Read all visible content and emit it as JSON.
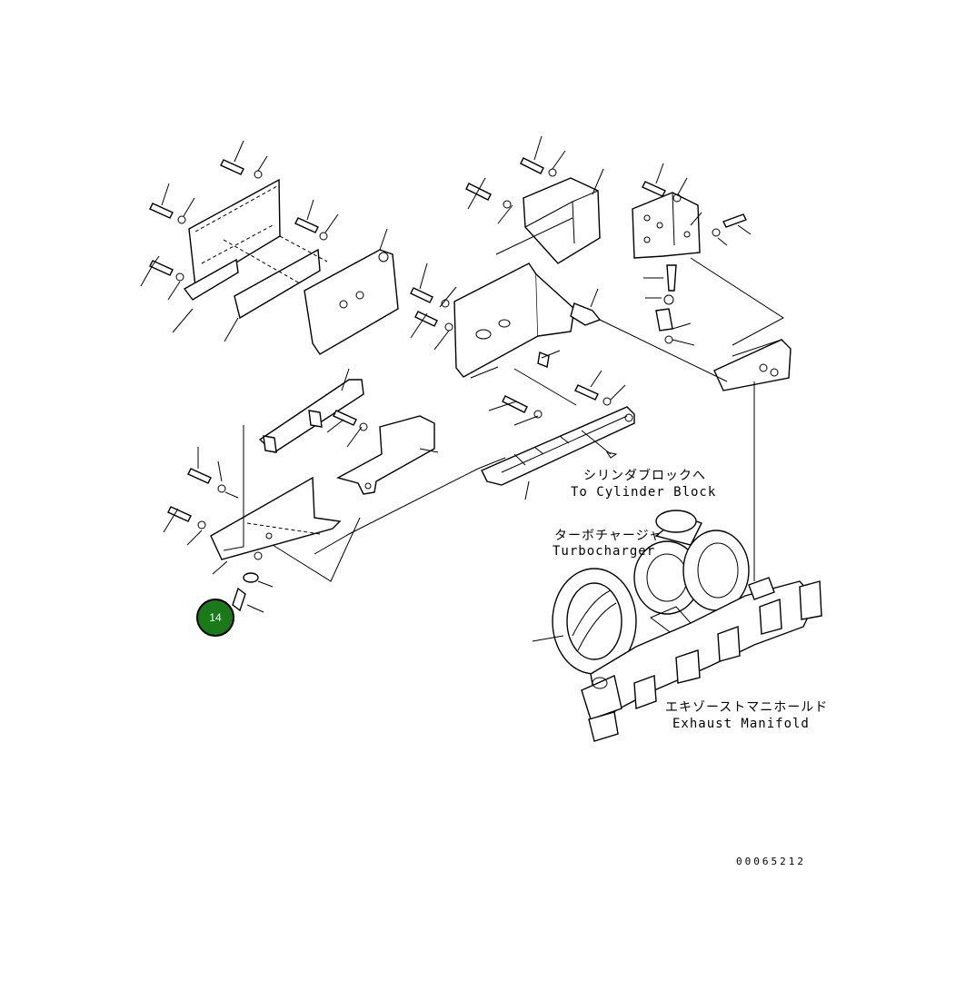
{
  "labels": {
    "cylinder_block_jp": "シリンダブロックへ",
    "cylinder_block_en": "To Cylinder Block",
    "turbocharger_jp": "ターボチャージャ",
    "turbocharger_en": "Turbocharger",
    "exhaust_manifold_jp": "エキゾーストマニホールド",
    "exhaust_manifold_en": "Exhaust Manifold"
  },
  "callout": {
    "number": "14",
    "color": "#1a7a1a"
  },
  "drawing_number": "00065212",
  "icons": [
    "bolt-icon",
    "washer-icon",
    "bracket-icon",
    "turbocharger-icon",
    "exhaust-manifold-icon"
  ]
}
